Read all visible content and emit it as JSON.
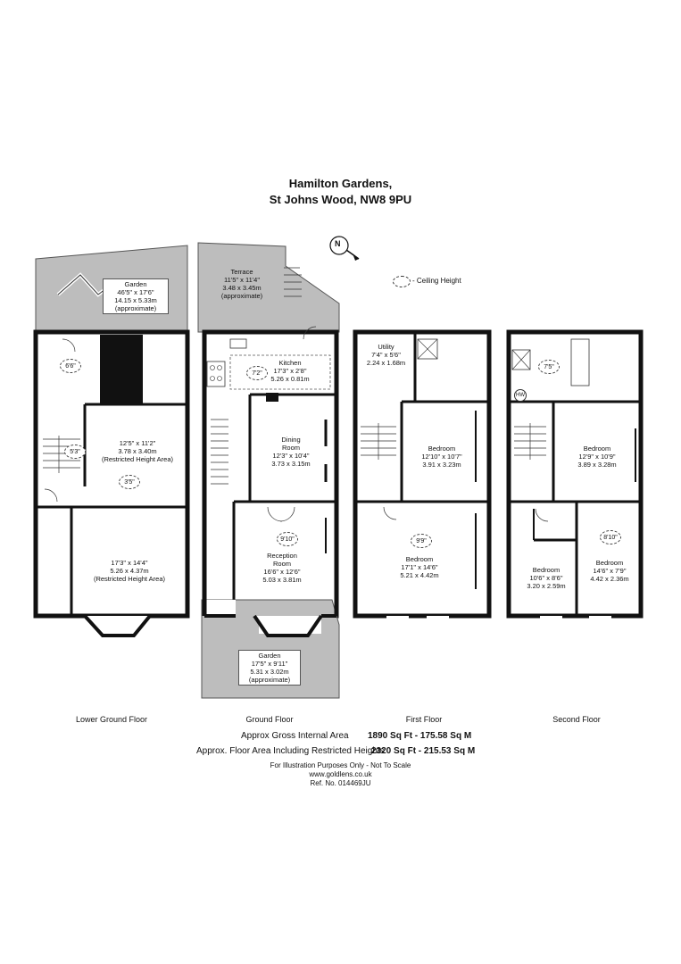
{
  "title": {
    "line1": "Hamilton Gardens,",
    "line2": "St Johns Wood, NW8 9PU"
  },
  "compass": {
    "letter": "N"
  },
  "legend": {
    "label": "- Ceiling Height"
  },
  "floors": {
    "lower_ground": "Lower Ground Floor",
    "ground": "Ground Floor",
    "first": "First Floor",
    "second": "Second Floor"
  },
  "rooms": {
    "lg_garden": {
      "name": "Garden",
      "imperial": "46'5\" x 17'6\"",
      "metric": "14.15 x 5.33m",
      "note": "(approximate)"
    },
    "lg_store": {
      "imperial": "12'5\" x 11'2\"",
      "metric": "3.78 x 3.40m",
      "note": "(Restricted Height Area)"
    },
    "lg_front": {
      "imperial": "17'3\" x 14'4\"",
      "metric": "5.26 x 4.37m",
      "note": "(Restricted Height Area)"
    },
    "g_terrace": {
      "name": "Terrace",
      "imperial": "11'5\" x 11'4\"",
      "metric": "3.48 x 3.45m",
      "note": "(approximate)"
    },
    "g_kitchen": {
      "name": "Kitchen",
      "imperial": "17'3\" x 2'8\"",
      "metric": "5.26 x 0.81m"
    },
    "g_dining": {
      "name1": "Dining",
      "name2": "Room",
      "imperial": "12'3\" x 10'4\"",
      "metric": "3.73 x 3.15m"
    },
    "g_reception": {
      "name1": "Reception",
      "name2": "Room",
      "imperial": "16'6\" x 12'6\"",
      "metric": "5.03 x 3.81m"
    },
    "g_garden": {
      "name": "Garden",
      "imperial": "17'5\" x 9'11\"",
      "metric": "5.31 x 3.02m",
      "note": "(approximate)"
    },
    "f_utility": {
      "name": "Utility",
      "imperial": "7'4\" x 5'6\"",
      "metric": "2.24 x 1.68m"
    },
    "f_bed_rear": {
      "name": "Bedroom",
      "imperial": "12'10\" x 10'7\"",
      "metric": "3.91 x 3.23m"
    },
    "f_bed_front": {
      "name": "Bedroom",
      "imperial": "17'1\" x 14'6\"",
      "metric": "5.21 x 4.42m"
    },
    "s_bed_rear": {
      "name": "Bedroom",
      "imperial": "12'9\" x 10'9\"",
      "metric": "3.89 x 3.28m"
    },
    "s_bed_left": {
      "name": "Bedroom",
      "imperial": "10'6\" x 8'6\"",
      "metric": "3.20 x 2.59m"
    },
    "s_bed_right": {
      "name": "Bedroom",
      "imperial": "14'6\" x 7'9\"",
      "metric": "4.42 x 2.36m"
    }
  },
  "ceiling_heights": {
    "lg_rear": "6'6\"",
    "lg_stair": "5'3\"",
    "lg_store": "3'5\"",
    "g_kitchen": "7'2\"",
    "g_reception": "9'10\"",
    "f_front": "9'9\"",
    "s_rear": "7'5\"",
    "s_right": "8'10\""
  },
  "hw_label": "HW",
  "areas": {
    "gross_label": "Approx Gross Internal Area",
    "gross_value": "1890 Sq Ft  -  175.58 Sq M",
    "incl_label": "Approx. Floor Area Including Restricted Heights",
    "incl_value": "2320 Sq Ft  -  215.53 Sq M"
  },
  "footer": {
    "line1": "For Illustration Purposes Only - Not To Scale",
    "line2": "www.goldlens.co.uk",
    "line3": "Ref. No. 014469JU"
  }
}
